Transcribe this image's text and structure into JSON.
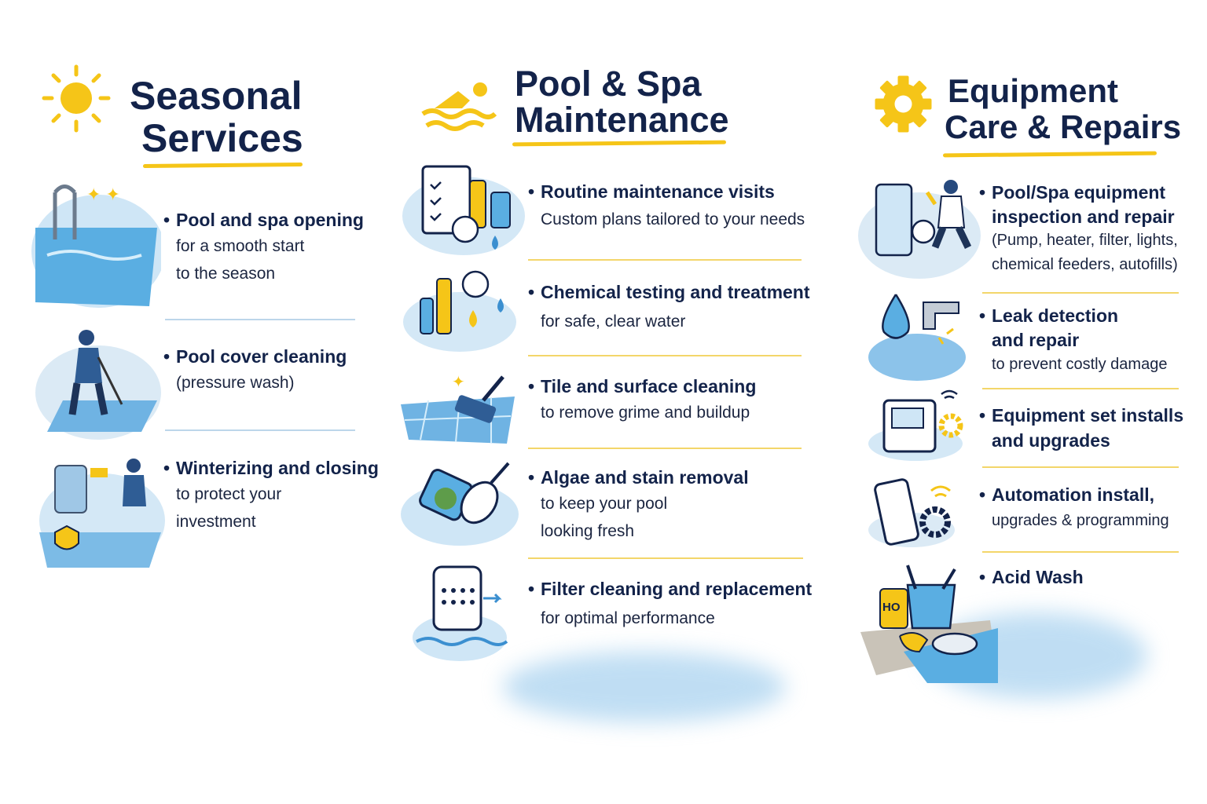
{
  "colors": {
    "navy": "#13234a",
    "accent": "#f5c518",
    "water": "#4a9fd8"
  },
  "columns": [
    {
      "title_lines": [
        "Seasonal",
        "Services"
      ],
      "icon": "sun-icon",
      "items": [
        {
          "title": "Pool and spa opening",
          "sub": [
            "for a smooth start",
            "to the season"
          ]
        },
        {
          "title": "Pool cover cleaning",
          "sub": [
            "(pressure wash)"
          ]
        },
        {
          "title": "Winterizing and closing",
          "sub": [
            "to protect your",
            "investment"
          ]
        }
      ]
    },
    {
      "title_lines": [
        "Pool & Spa",
        "Maintenance"
      ],
      "icon": "swimmer-icon",
      "items": [
        {
          "title": "Routine maintenance visits",
          "sub": [
            "Custom plans tailored to your needs"
          ]
        },
        {
          "title": "Chemical testing and treatment",
          "sub": [
            "for safe, clear water"
          ]
        },
        {
          "title": "Tile and surface cleaning",
          "sub": [
            "to remove grime and buildup"
          ]
        },
        {
          "title": "Algae and stain removal",
          "sub": [
            "to keep your pool",
            "looking fresh"
          ]
        },
        {
          "title": "Filter cleaning and replacement",
          "sub": [
            "for optimal performance"
          ]
        }
      ]
    },
    {
      "title_lines": [
        "Equipment",
        "Care & Repairs"
      ],
      "icon": "gear-icon",
      "items": [
        {
          "title_lines": [
            "Pool/Spa equipment",
            "inspection and repair"
          ],
          "sub": [
            "(Pump, heater, filter, lights,",
            "chemical feeders, autofills)"
          ]
        },
        {
          "title_lines": [
            "Leak detection",
            "and repair"
          ],
          "sub": [
            "to prevent costly damage"
          ]
        },
        {
          "title_lines": [
            "Equipment set installs",
            "and upgrades"
          ]
        },
        {
          "title": "Automation install,",
          "sub": [
            "upgrades & programming"
          ]
        },
        {
          "title": "Acid Wash",
          "label": "HO"
        }
      ]
    }
  ]
}
